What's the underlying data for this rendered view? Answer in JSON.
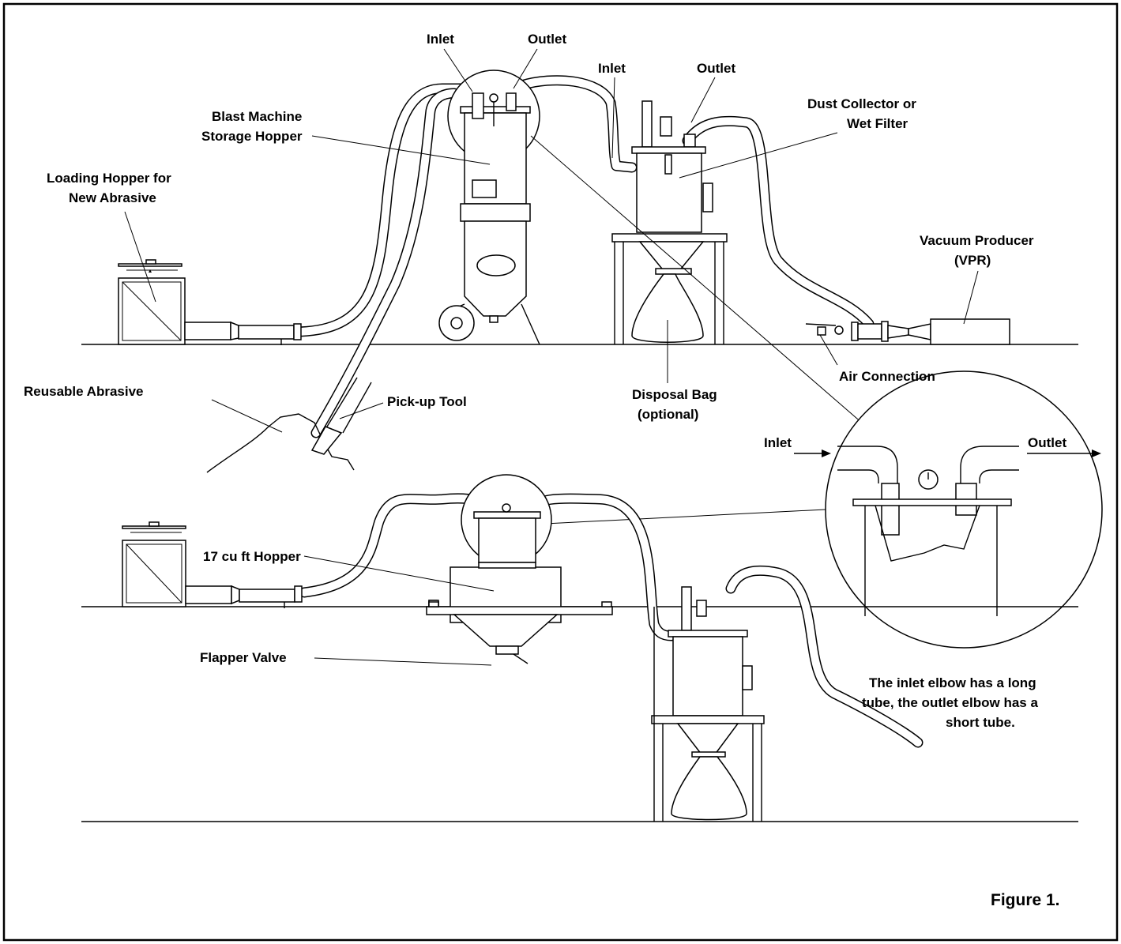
{
  "labels": {
    "top_inlet": "Inlet",
    "top_outlet": "Outlet",
    "dc_inlet": "Inlet",
    "dc_outlet": "Outlet",
    "blast_machine_line1": "Blast Machine",
    "blast_machine_line2": "Storage Hopper",
    "dust_collector_line1": "Dust Collector or",
    "dust_collector_line2": "Wet Filter",
    "loading_hopper_line1": "Loading Hopper for",
    "loading_hopper_line2": "New Abrasive",
    "vacuum_producer_line1": "Vacuum Producer",
    "vacuum_producer_line2": "(VPR)",
    "air_connection": "Air Connection",
    "reusable_abrasive": "Reusable Abrasive",
    "pickup_tool": "Pick-up Tool",
    "disposal_bag_line1": "Disposal Bag",
    "disposal_bag_line2": "(optional)",
    "detail_inlet": "Inlet",
    "detail_outlet": "Outlet",
    "hopper_17": "17 cu ft Hopper",
    "flapper_valve": "Flapper Valve",
    "note_line1": "The inlet elbow has a long",
    "note_line2": "tube, the outlet elbow has a",
    "note_line3": "short tube.",
    "figure_caption": "Figure 1."
  }
}
